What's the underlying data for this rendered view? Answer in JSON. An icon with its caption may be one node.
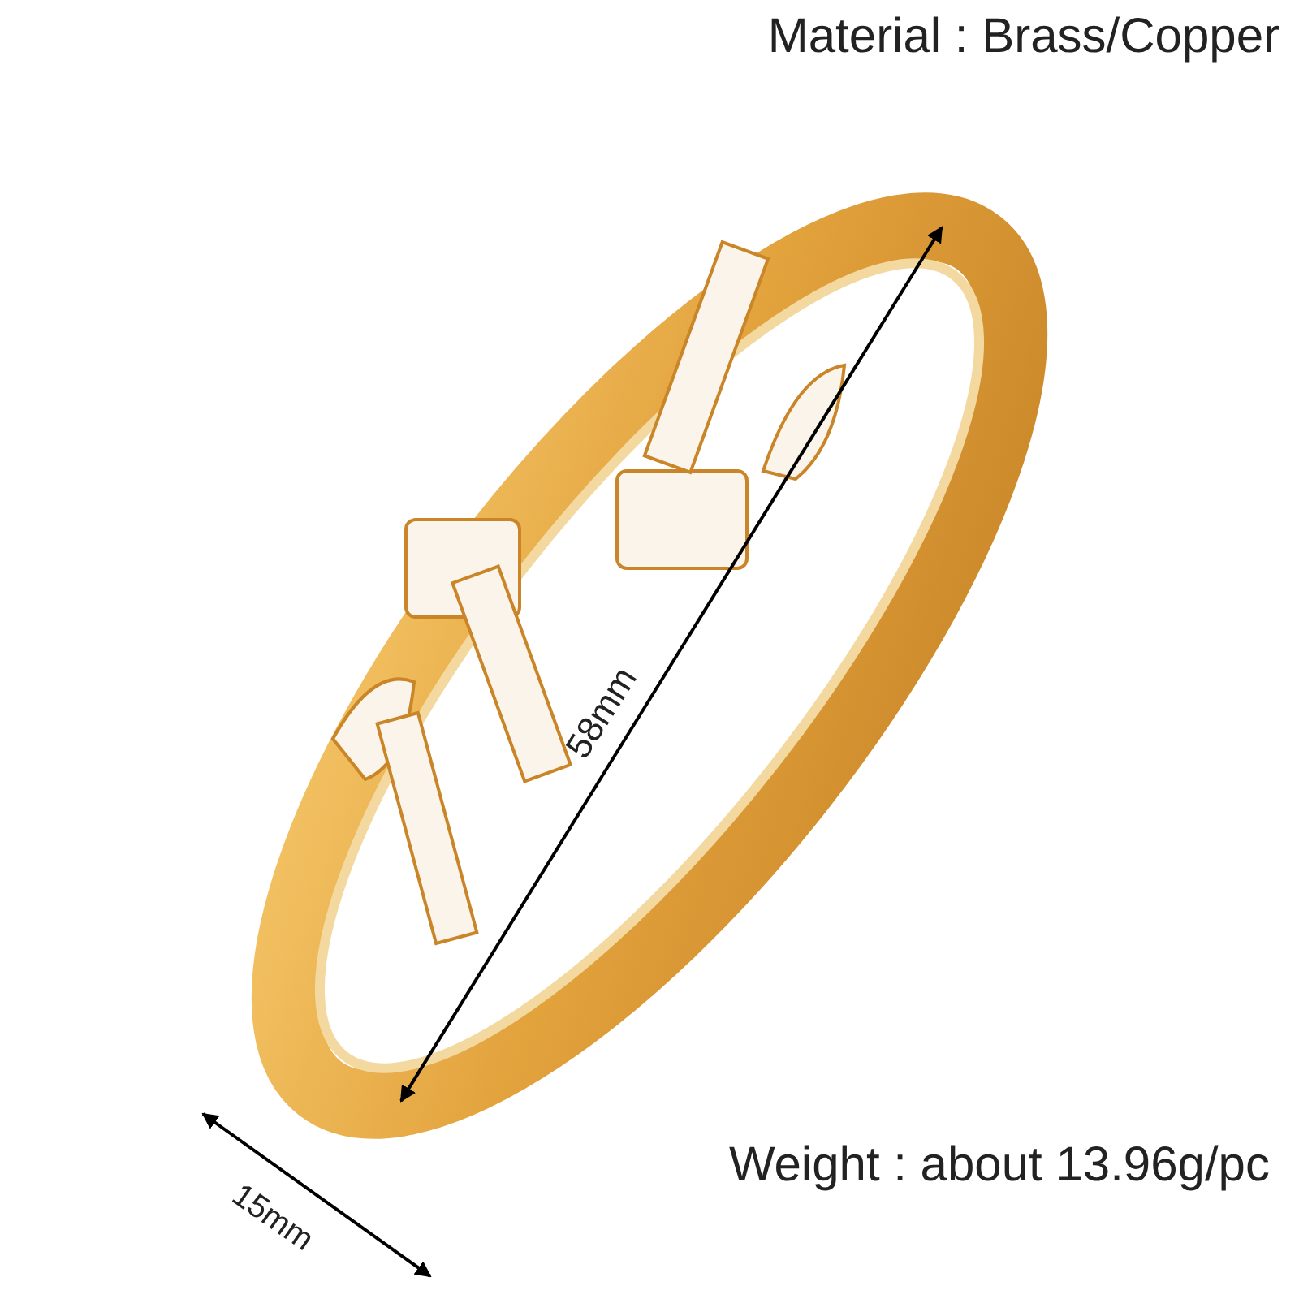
{
  "diagram": {
    "labels": [
      "Material : Brass/Copper",
      "58mm",
      "15mm",
      "Weight : about 13.96g/pc"
    ]
  }
}
